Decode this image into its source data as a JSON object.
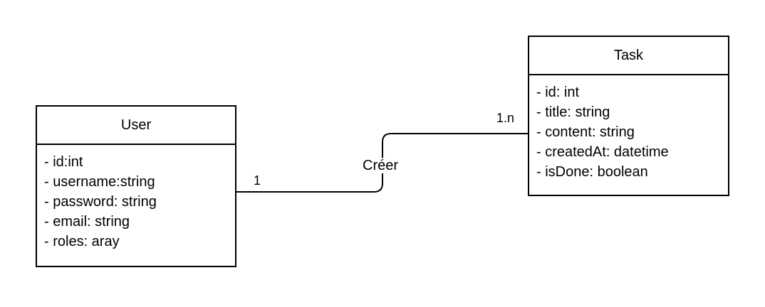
{
  "diagram": {
    "classes": [
      {
        "id": "user",
        "name": "User",
        "attributes": [
          "- id:int",
          "- username:string",
          "- password: string",
          "- email: string",
          "- roles: aray"
        ]
      },
      {
        "id": "task",
        "name": "Task",
        "attributes": [
          "- id: int",
          "- title: string",
          "- content: string",
          "- createdAt: datetime",
          "- isDone: boolean"
        ]
      }
    ],
    "association": {
      "label": "Créer",
      "from": "user",
      "to": "task",
      "source_multiplicity": "1",
      "target_multiplicity": "1.n"
    }
  }
}
